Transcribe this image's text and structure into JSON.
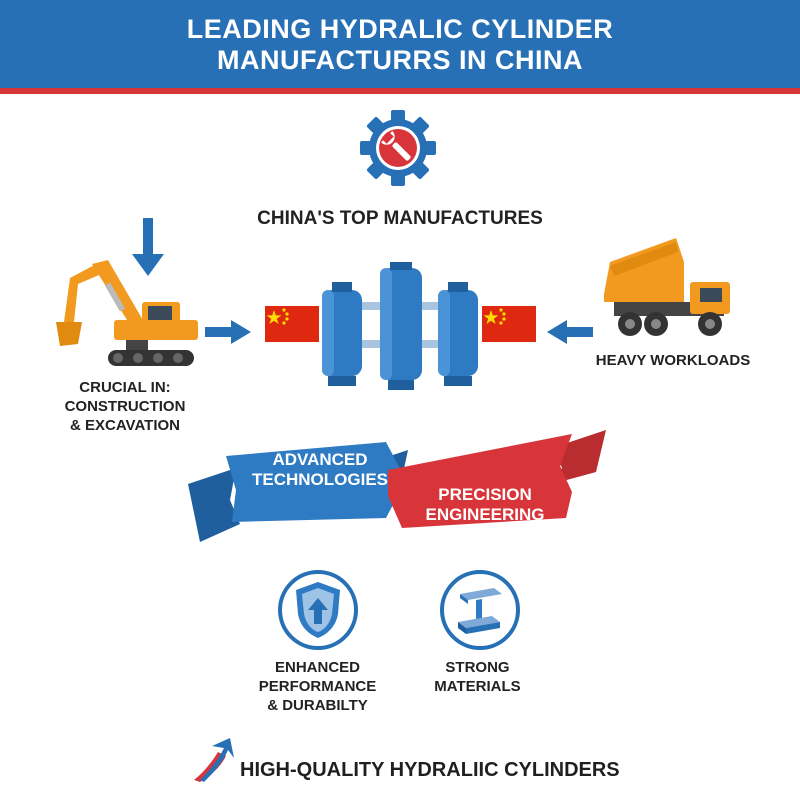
{
  "header": {
    "title_line1": "LEADING HYDRALIC CYLINDER",
    "title_line2": "MANUFACTURRS IN CHINA"
  },
  "subtitle": "CHINA'S TOP MANUFACTURES",
  "left_panel": {
    "label_line1": "CRUCIAL IN:",
    "label_line2": "CONSTRUCTION",
    "label_line3": "& EXCAVATION"
  },
  "right_panel": {
    "label": "HEAVY WORKLOADS"
  },
  "ribbon": {
    "blue_line1": "ADVANCED",
    "blue_line2": "TECHNOLOGIES",
    "red_line1": "PRECISION",
    "red_line2": "ENGINEERING"
  },
  "features": {
    "performance_line1": "ENHANCED",
    "performance_line2": "PERFORMANCE",
    "performance_line3": "& DURABILTY",
    "materials_line1": "STRONG",
    "materials_line2": "MATERIALS"
  },
  "footer": "HIGH-QUALITY HYDRALIIC CYLINDERS",
  "icons": [
    "gear-wrench-icon",
    "down-arrow-icon",
    "excavator-icon",
    "right-arrow-icon",
    "china-flag-icon",
    "hydraulic-cylinders-icon",
    "left-arrow-icon",
    "dump-truck-icon",
    "shield-up-icon",
    "steel-beam-icon",
    "rising-arrow-icon"
  ],
  "colors": {
    "blue": "#2770b6",
    "red": "#d8353a",
    "orange": "#f29a1f"
  }
}
